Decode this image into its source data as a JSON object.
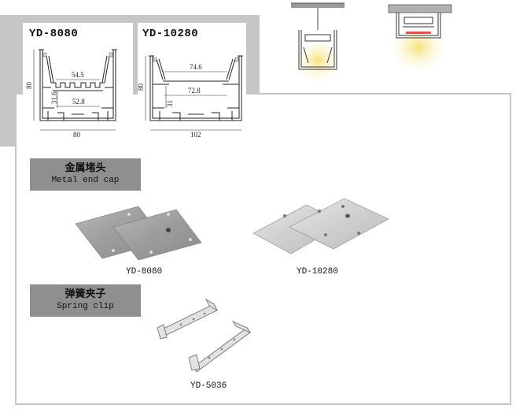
{
  "profiles": {
    "yd8080": {
      "title": "YD-8080",
      "dim_top": "54.5",
      "dim_inner": "52.8",
      "dim_side": "31.6",
      "dim_height": "80",
      "dim_width": "80"
    },
    "yd10280": {
      "title": "YD-10280",
      "dim_top": "74.6",
      "dim_inner": "72.8",
      "dim_side": "31",
      "dim_height": "80",
      "dim_width": "102"
    }
  },
  "sections": {
    "end_cap": {
      "title_cn": "金属堵头",
      "title_en": "Metal end cap",
      "items": [
        "YD-8080",
        "YD-10280"
      ]
    },
    "spring_clip": {
      "title_cn": "弹簧夹子",
      "title_en": "Spring clip",
      "items": [
        "YD-5036"
      ]
    }
  },
  "colors": {
    "frame_grey": "#c6c6c6",
    "banner_grey": "#8f8f8f",
    "led_glow": "#f6e27a",
    "led_strip": "#e05050"
  }
}
